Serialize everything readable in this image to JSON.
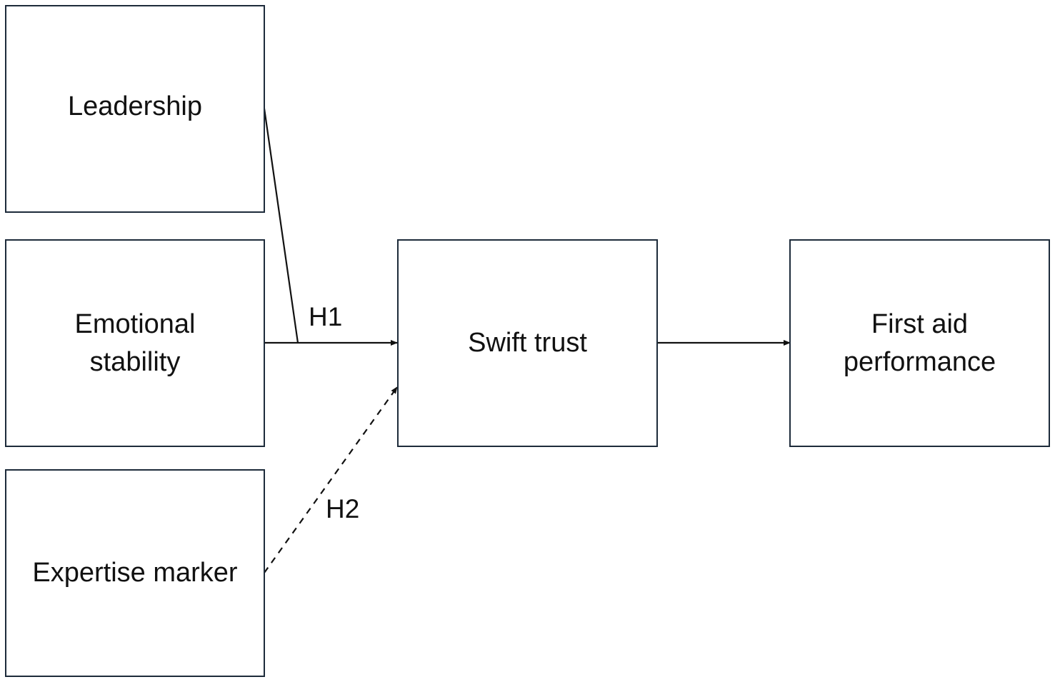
{
  "nodes": {
    "leadership": {
      "label": "Leadership"
    },
    "emotional_stability": {
      "label": "Emotional\nstability"
    },
    "expertise_marker": {
      "label": "Expertise marker"
    },
    "swift_trust": {
      "label": "Swift trust"
    },
    "first_aid_performance": {
      "label": "First aid\nperformance"
    }
  },
  "edges": {
    "h1": {
      "label": "H1",
      "from": [
        "Leadership",
        "Emotional stability"
      ],
      "to": "Swift trust",
      "style": "solid"
    },
    "h2": {
      "label": "H2",
      "from": [
        "Expertise marker"
      ],
      "to": "Swift trust",
      "style": "dashed"
    },
    "outcome": {
      "from": [
        "Swift trust"
      ],
      "to": "First aid performance",
      "style": "solid"
    }
  },
  "colors": {
    "box_border": "#1d2b3a",
    "line": "#111111",
    "background": "#ffffff"
  }
}
